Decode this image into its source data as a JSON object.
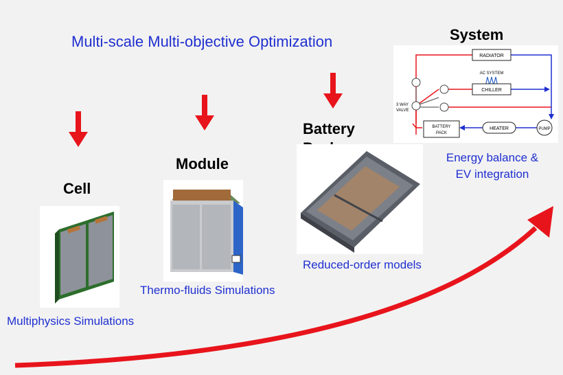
{
  "title": "Multi-scale Multi-objective Optimization",
  "stages": {
    "cell": {
      "label": "Cell",
      "caption": "Multiphysics Simulations"
    },
    "module": {
      "label": "Module",
      "caption": "Thermo-fluids Simulations"
    },
    "pack": {
      "label_line1": "Battery",
      "label_line2": "Pack",
      "caption": "Reduced-order models"
    },
    "system": {
      "label": "System",
      "caption_line1": "Energy balance &",
      "caption_line2": "EV integration"
    }
  },
  "system_diagram": {
    "radiator": "RADIATOR",
    "ac_system": "AC SYSTEM",
    "chiller": "CHILLER",
    "valve_line1": "3 WAY",
    "valve_line2": "VALVE",
    "battery_pack_line1": "BATTERY",
    "battery_pack_line2": "PACK",
    "heater": "HEATER",
    "pump": "PUMP"
  },
  "colors": {
    "title_blue": "#1f2fd0",
    "arrow_red": "#e8141c",
    "pipe_hot": "#e8141c",
    "pipe_cold": "#1f2fd0"
  }
}
